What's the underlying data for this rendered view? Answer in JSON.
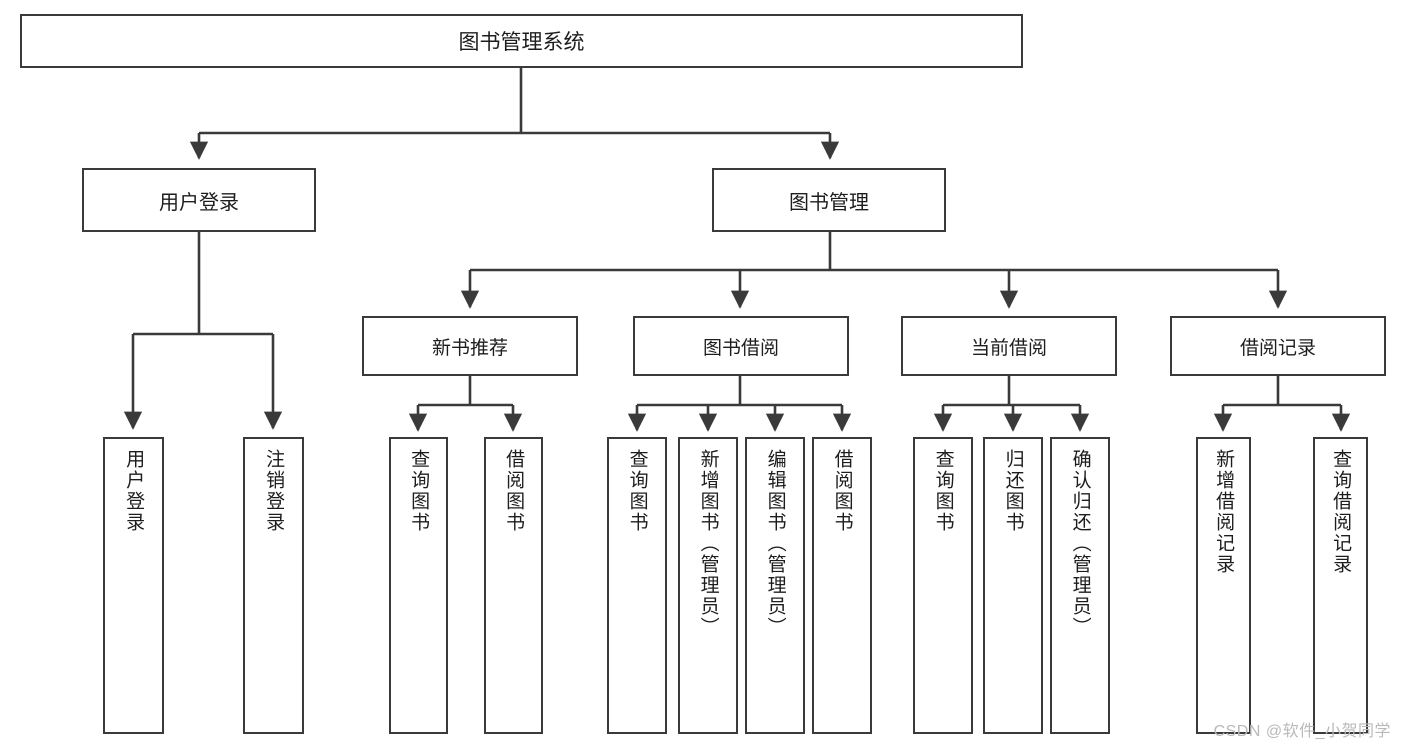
{
  "diagram": {
    "type": "tree",
    "title": "图书管理系统",
    "root": {
      "label": "图书管理系统"
    },
    "level2": [
      {
        "id": "user-login",
        "label": "用户登录"
      },
      {
        "id": "book-manage",
        "label": "图书管理"
      }
    ],
    "level3": [
      {
        "id": "new-book-recommend",
        "label": "新书推荐",
        "parent": "book-manage"
      },
      {
        "id": "book-borrow",
        "label": "图书借阅",
        "parent": "book-manage"
      },
      {
        "id": "current-borrow",
        "label": "当前借阅",
        "parent": "book-manage"
      },
      {
        "id": "borrow-record",
        "label": "借阅记录",
        "parent": "book-manage"
      }
    ],
    "leaves": {
      "user-login": [
        {
          "id": "leaf-user-login",
          "label": "用户登录"
        },
        {
          "id": "leaf-logout",
          "label": "注销登录"
        }
      ],
      "new-book-recommend": [
        {
          "id": "leaf-query-book-1",
          "label": "查询图书"
        },
        {
          "id": "leaf-borrow-book-1",
          "label": "借阅图书"
        }
      ],
      "book-borrow": [
        {
          "id": "leaf-query-book-2",
          "label": "查询图书"
        },
        {
          "id": "leaf-add-book",
          "label": "新增图书（管理员）"
        },
        {
          "id": "leaf-edit-book",
          "label": "编辑图书（管理员）"
        },
        {
          "id": "leaf-borrow-book-2",
          "label": "借阅图书"
        }
      ],
      "current-borrow": [
        {
          "id": "leaf-query-book-3",
          "label": "查询图书"
        },
        {
          "id": "leaf-return-book",
          "label": "归还图书"
        },
        {
          "id": "leaf-confirm-return",
          "label": "确认归还（管理员）"
        }
      ],
      "borrow-record": [
        {
          "id": "leaf-add-record",
          "label": "新增借阅记录"
        },
        {
          "id": "leaf-query-record",
          "label": "查询借阅记录"
        }
      ]
    }
  },
  "watermark": {
    "text": "CSDN @软件_小贺同学"
  },
  "colors": {
    "stroke": "#3a3a3a",
    "fill": "#ffffff",
    "text": "#1d1d1d",
    "watermark": "#b9b9b9"
  }
}
